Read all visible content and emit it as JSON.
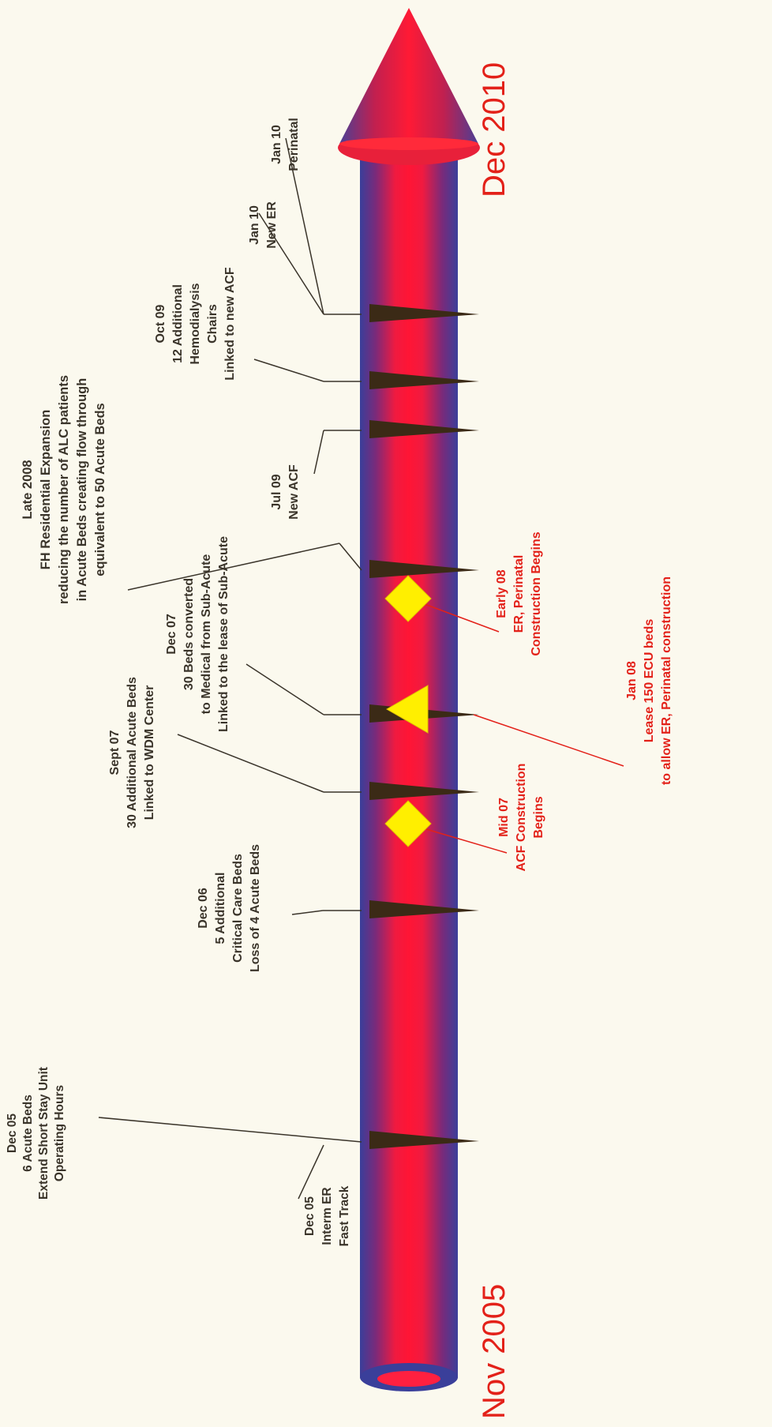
{
  "timeline": {
    "start_label": "Nov 2005",
    "end_label": "Dec 2010",
    "colors": {
      "tube_outer": "#3a3f9a",
      "tube_inner": "#ff1535",
      "marker": "#3b2a16",
      "red_text": "#e32119",
      "dark_text": "#3a342a",
      "diamond_fill": "#ffef00",
      "diamond_stroke": "#e0c000"
    }
  },
  "events": [
    {
      "id": "dec05-beds",
      "lines": [
        "Dec 05",
        "6 Acute Beds",
        "Extend Short Stay Unit",
        "Operating Hours"
      ]
    },
    {
      "id": "dec05-er",
      "lines": [
        "Dec 05",
        "Interm ER",
        "Fast Track"
      ]
    },
    {
      "id": "dec06",
      "lines": [
        "Dec 06",
        "5 Additional",
        "Critical Care Beds",
        "Loss of 4 Acute Beds"
      ]
    },
    {
      "id": "sept07",
      "lines": [
        "Sept 07",
        "30  Additional Acute Beds",
        "Linked to WDM Center"
      ]
    },
    {
      "id": "dec07",
      "lines": [
        "Dec 07",
        "30 Beds converted",
        "to Medical from Sub-Acute",
        "Linked to the lease of Sub-Acute"
      ]
    },
    {
      "id": "late2008",
      "lines": [
        "Late 2008",
        "FH Residential Expansion",
        "reducing the number of ALC patients",
        "in Acute Beds creating flow through",
        "equivalent to 50 Acute Beds"
      ]
    },
    {
      "id": "jul09",
      "lines": [
        "Jul 09",
        "New ACF"
      ]
    },
    {
      "id": "oct09",
      "lines": [
        "Oct 09",
        "12 Additional",
        "Hemodialysis",
        "Chairs",
        "Linked to new ACF"
      ]
    },
    {
      "id": "jan10-er",
      "lines": [
        "Jan 10",
        "New ER"
      ]
    },
    {
      "id": "jan10-peri",
      "lines": [
        "Jan 10",
        "Perinatal"
      ]
    }
  ],
  "milestones": [
    {
      "id": "mid07",
      "shape": "diamond",
      "lines": [
        "Mid 07",
        "ACF Construction",
        "Begins"
      ]
    },
    {
      "id": "jan08",
      "shape": "triangle",
      "lines": [
        "Jan 08",
        "Lease 150 ECU beds",
        "to allow ER, Perinatal construction"
      ]
    },
    {
      "id": "early08",
      "shape": "diamond",
      "lines": [
        "Early 08",
        "ER, Perinatal",
        "Construction Begins"
      ]
    }
  ]
}
